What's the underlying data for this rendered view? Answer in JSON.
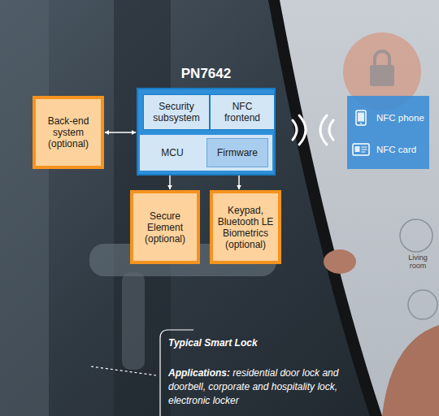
{
  "diagram": {
    "nodes": [
      {
        "text": [
          "PN7642"
        ]
      },
      {
        "text": [
          "Security subsystem"
        ],
        "in": 0
      },
      {
        "text": [
          "NFC frontend"
        ],
        "in": 0
      },
      {
        "text": [
          "MCU"
        ],
        "in": 0
      },
      {
        "text": [
          "Firmware"
        ],
        "in": 3
      },
      {
        "text": [
          "Back-end system (optional)"
        ]
      },
      {
        "text": [
          "NFC phone",
          "NFC card"
        ]
      },
      {
        "text": [
          "Secure Element (optional)"
        ]
      },
      {
        "text": [
          "Keypad, Bluetooth LE Biometrics (optional)"
        ]
      }
    ],
    "edges": [
      {
        "from": 5,
        "to": 0,
        "arrow": "both"
      },
      {
        "from": 3,
        "to": 7,
        "arrow": "both"
      },
      {
        "from": 4,
        "to": 8,
        "arrow": "both"
      }
    ],
    "labels": [
      "Typical Smart Lock",
      "Applications:",
      "residential door lock and doorbell, corporate and hospitality lock, electronic locker",
      "Living room"
    ]
  }
}
